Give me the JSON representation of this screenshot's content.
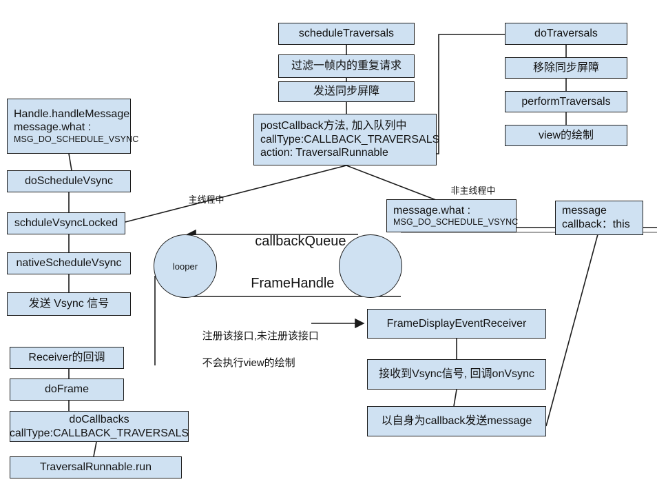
{
  "diagram": {
    "title_labels": {
      "callback_queue": "callbackQueue",
      "frame_handle": "FrameHandle",
      "looper": "looper",
      "main_thread": "主线程中",
      "non_main_thread": "非主线程中",
      "register_note_line1": "注册该接口,未注册该接口",
      "register_note_line2": "不会执行view的绘制"
    },
    "colors": {
      "node_fill": "#cfe1f2",
      "node_border": "#1b1b1b",
      "background": "#ffffff",
      "text": "#121212"
    },
    "left_column": [
      {
        "id": "handle-handle-message",
        "line1": "Handle.handleMessage",
        "line2": "message.what :",
        "line3": "MSG_DO_SCHEDULE_VSYNC"
      },
      {
        "id": "do-schedule-vsync",
        "line1": "doScheduleVsync"
      },
      {
        "id": "schdule-vsync-locked",
        "line1": "schduleVsyncLocked"
      },
      {
        "id": "native-schedule-vsync",
        "line1": "nativeScheduleVsync"
      },
      {
        "id": "send-vsync-signal",
        "line1": "发送 Vsync 信号"
      }
    ],
    "bottom_left_column": [
      {
        "id": "receiver-callback",
        "line1": "Receiver的回调"
      },
      {
        "id": "do-frame",
        "line1": "doFrame"
      },
      {
        "id": "do-callbacks",
        "line1": "doCallbacks",
        "line2": "callType:CALLBACK_TRAVERSALS"
      },
      {
        "id": "traversal-runnable-run",
        "line1": "TraversalRunnable.run"
      }
    ],
    "top_center_column": [
      {
        "id": "schedule-traversals",
        "line1": "scheduleTraversals"
      },
      {
        "id": "filter-duplicate-request",
        "line1": "过滤一帧内的重复请求"
      },
      {
        "id": "send-sync-barrier",
        "line1": "发送同步屏障"
      },
      {
        "id": "post-callback",
        "line1": "postCallback方法, 加入队列中",
        "line2": "callType:CALLBACK_TRAVERSALS",
        "line3": "action: TraversalRunnable"
      }
    ],
    "top_right_column": [
      {
        "id": "do-traversals",
        "line1": "doTraversals"
      },
      {
        "id": "remove-sync-barrier",
        "line1": "移除同步屏障"
      },
      {
        "id": "perform-traversals",
        "line1": "performTraversals"
      },
      {
        "id": "view-draw",
        "line1": "view的绘制"
      }
    ],
    "message_boxes": [
      {
        "id": "message-what",
        "line1": "message.what :",
        "line2": "MSG_DO_SCHEDULE_VSYNC"
      },
      {
        "id": "message-callback",
        "line1": "message",
        "line2": "callback：this"
      }
    ],
    "bottom_center_column": [
      {
        "id": "frame-display-event-receiver",
        "line1": "FrameDisplayEventReceiver"
      },
      {
        "id": "receive-vsync-callback",
        "line1": "接收到Vsync信号, 回调onVsync"
      },
      {
        "id": "send-message-with-self",
        "line1": "以自身为callback发送message"
      }
    ]
  }
}
